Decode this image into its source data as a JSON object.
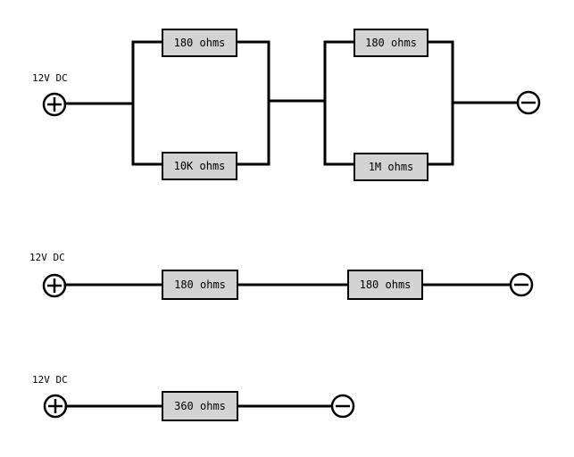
{
  "circuits": [
    {
      "source_label": "12V DC",
      "group_1": {
        "top": "180 ohms",
        "bottom": "10K ohms"
      },
      "group_2": {
        "top": "180 ohms",
        "bottom": "1M ohms"
      }
    },
    {
      "source_label": "12V DC",
      "resistors": [
        "180 ohms",
        "180 ohms"
      ]
    },
    {
      "source_label": "12V DC",
      "resistors": [
        "360 ohms"
      ]
    }
  ],
  "colors": {
    "wire": "#000000",
    "resistor_fill": "#d3d3d3",
    "background": "#ffffff"
  },
  "icons": {
    "positive_terminal": "plus-circle",
    "negative_terminal": "minus-circle"
  }
}
